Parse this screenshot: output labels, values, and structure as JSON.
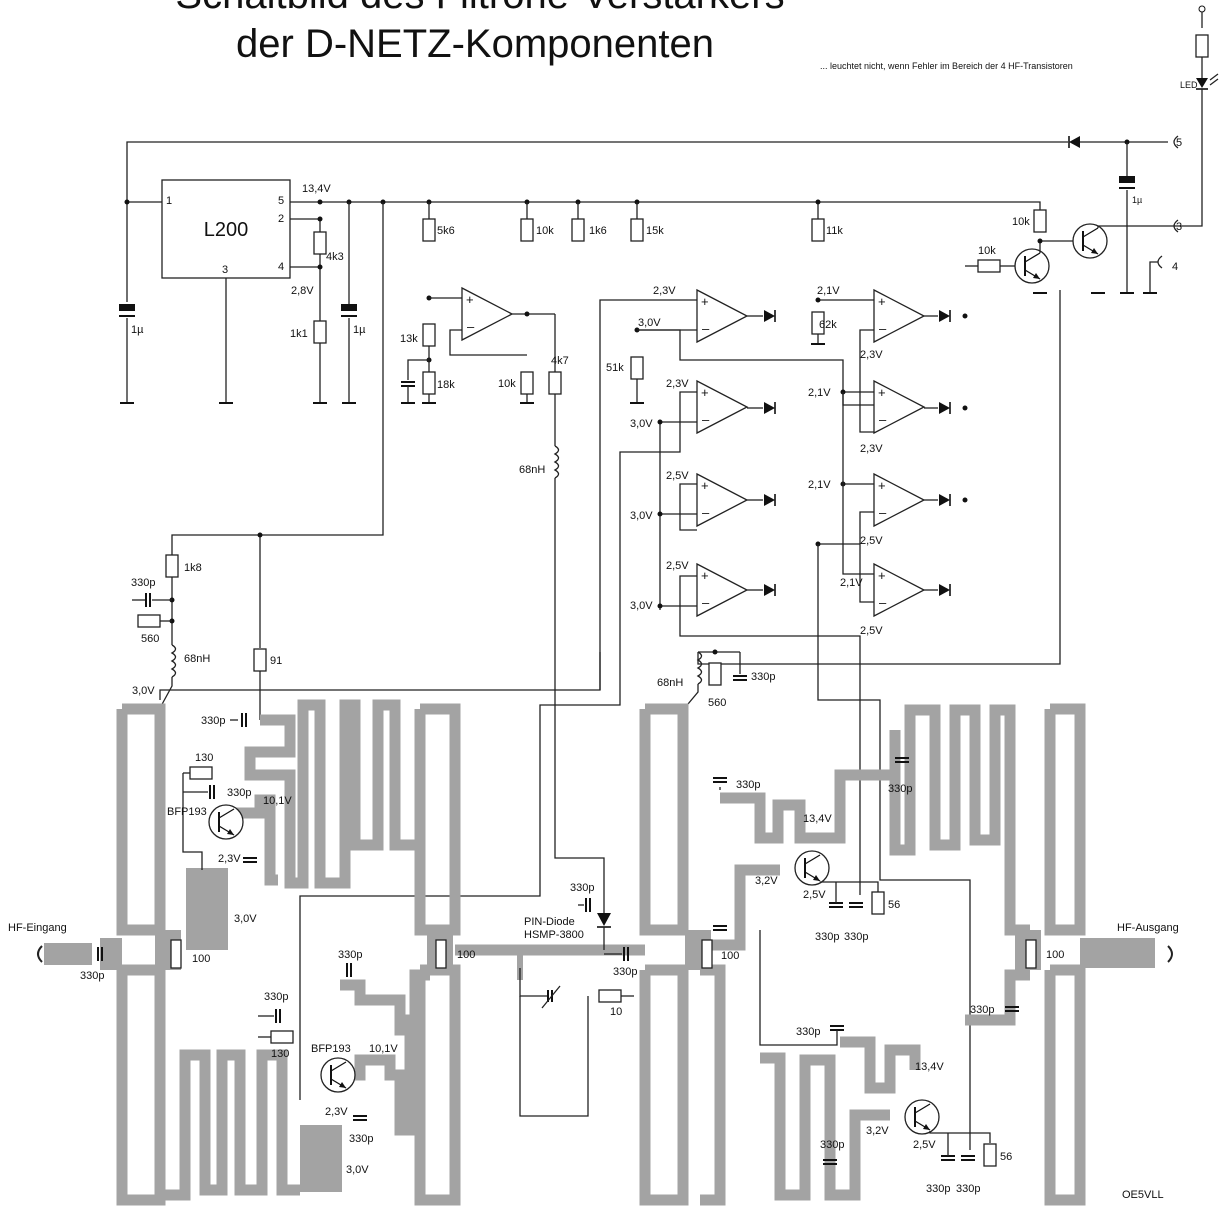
{
  "title": {
    "line1": "Schaltbild des Filtrone-Verstärkers",
    "line2": "der D-NETZ-Komponenten"
  },
  "note": "... leuchtet nicht, wenn Fehler im Bereich der 4 HF-Transistoren",
  "connectors": {
    "c5": "5",
    "c3": "3",
    "c4": "4",
    "led": "LED"
  },
  "regulator": {
    "name": "L200",
    "pin1": "1",
    "pin2": "2",
    "pin3": "3",
    "pin4": "4",
    "pin5": "5"
  },
  "voltages": {
    "supply": "13,4V",
    "ref": "2,8V",
    "c23a": "2,3V",
    "c30a": "3,0V",
    "c21a": "2,1V",
    "c23b": "2,3V",
    "c23c": "2,3V",
    "c30b": "3,0V",
    "c21b": "2,1V",
    "c23d": "2,3V",
    "c25a": "2,5V",
    "c30c": "3,0V",
    "c21c": "2,1V",
    "c25b": "2,5V",
    "c25c": "2,5V",
    "c30d": "3,0V",
    "c21d": "2,1V",
    "c25d": "2,5V",
    "in_bias": "3,0V",
    "q1c": "10,1V",
    "q1e": "2,3V",
    "q1pad": "3,0V",
    "q2c": "10,1V",
    "q2e": "2,3V",
    "q2pad": "3,0V",
    "q3b": "3,2V",
    "q3c": "13,4V",
    "q3e": "2,5V",
    "q4b": "3,2V",
    "q4c": "13,4V",
    "q4e": "2,5V"
  },
  "components": {
    "c1u_a": "1µ",
    "c1u_b": "1µ",
    "c1u_c": "1µ",
    "r4k3": "4k3",
    "r1k1": "1k1",
    "r5k6": "5k6",
    "r13k": "13k",
    "r18k": "18k",
    "r10k_a": "10k",
    "r10k_b": "10k",
    "r1k6": "1k6",
    "r15k": "15k",
    "r51k": "51k",
    "r11k": "11k",
    "r62k": "62k",
    "r10k_c": "10k",
    "r10k_d": "10k",
    "r4k7": "4k7",
    "l68_a": "68nH",
    "r1k8": "1k8",
    "c330_a": "330p",
    "r560_a": "560",
    "l68_b": "68nH",
    "r91": "91",
    "l68_c": "68nH",
    "r560_b": "560",
    "c330_b": "330p",
    "c330_c": "330p",
    "r130_a": "130",
    "c330_d": "330p",
    "q1": "BFP193",
    "c330_in": "330p",
    "r100_a": "100",
    "r100_b": "100",
    "r100_c": "100",
    "r100_d": "100",
    "c330_e": "330p",
    "c330_f": "330p",
    "r130_b": "130",
    "q2": "BFP193",
    "c330_g": "330p",
    "diode_label": "PIN-Diode",
    "diode_type": "HSMP-3800",
    "c330_pin": "330p",
    "c330_h": "330p",
    "r10": "10",
    "c330_i": "330p",
    "c330_j": "330p",
    "c330_k": "330p",
    "c330_l": "330p",
    "r56_a": "56",
    "c330_m": "330p",
    "c330_n": "330p",
    "c330_o": "330p",
    "c330_p": "330p",
    "c330_q": "330p",
    "r56_b": "56",
    "c330_r": "330p",
    "c330_s": "330p"
  },
  "ports": {
    "in": "HF-Eingang",
    "out": "HF-Ausgang"
  },
  "author": "OE5VLL"
}
